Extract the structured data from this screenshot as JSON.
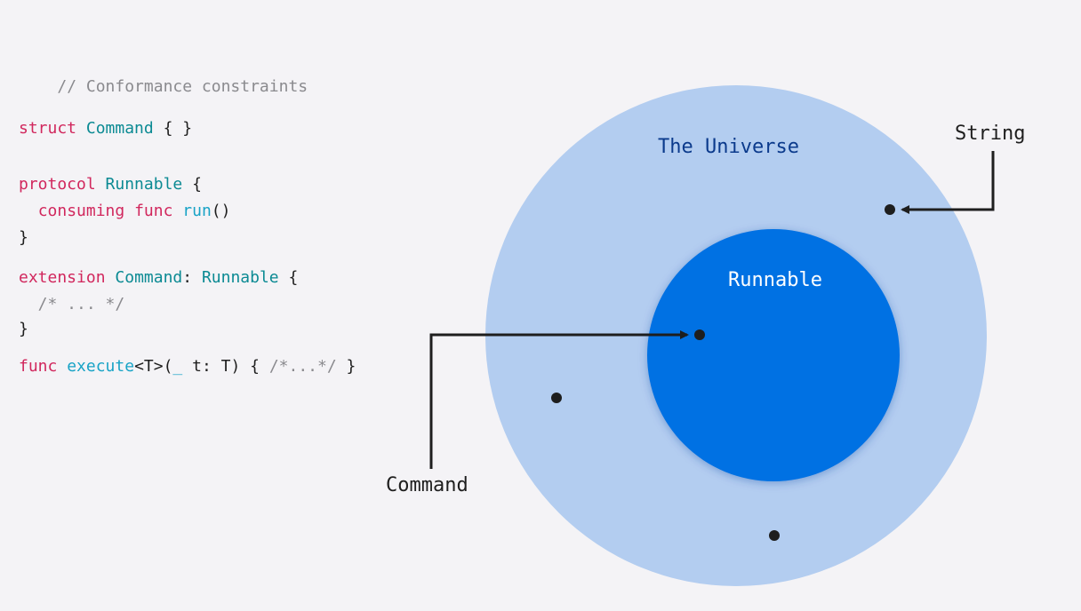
{
  "code": {
    "comment": "// Conformance constraints",
    "struct_line": {
      "kw": "struct",
      "type": "Command",
      "rest": " { }"
    },
    "protocol_line": {
      "kw": "protocol",
      "type": "Runnable",
      "rest": " {"
    },
    "method_line": {
      "indent": "  ",
      "kw1": "consuming",
      "kw2": "func",
      "fn": "run",
      "rest": "()"
    },
    "close1": "}",
    "extension_line": {
      "kw": "extension",
      "type1": "Command",
      "colon": ":",
      "type2": "Runnable",
      "rest": " {"
    },
    "ext_body": "  /* ... */",
    "close2": "}",
    "func_line": {
      "kw": "func",
      "fn": "execute",
      "generic": "<T>(",
      "underscore": "_",
      "params": " t: T) { ",
      "comment": "/*...*/",
      "end": " }"
    }
  },
  "diagram": {
    "universe_label": "The Universe",
    "runnable_label": "Runnable",
    "string_label": "String",
    "command_label": "Command",
    "colors": {
      "universe_fill": "#b3cdf0",
      "runnable_fill": "#0071e3",
      "universe_text": "#0b3a8c",
      "runnable_text": "#ffffff",
      "dot": "#1e1e1e",
      "arrow": "#1e1e1e"
    }
  }
}
